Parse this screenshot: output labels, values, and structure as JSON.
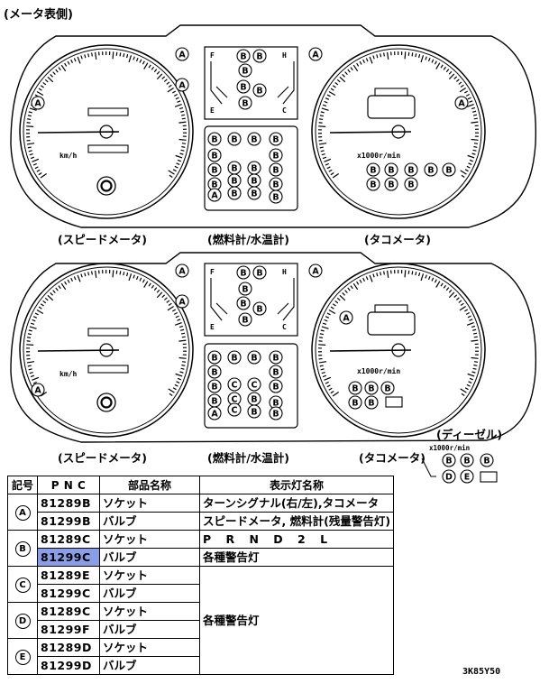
{
  "top_section_title": "(メータ表側)",
  "gauge_labels": {
    "speedometer": "(スピードメータ)",
    "fuel_temp": "(燃料計/水温計)",
    "tachometer": "(タコメータ)",
    "diesel": "(ディーゼル)"
  },
  "units": {
    "kmh": "km/h",
    "rpm": "x1000r/min"
  },
  "fuel_marks": {
    "f": "F",
    "e": "E",
    "h": "H",
    "c": "C"
  },
  "symbols": {
    "a": "A",
    "b": "B",
    "c": "C",
    "d": "D",
    "e": "E"
  },
  "table": {
    "headers": {
      "symbol": "記号",
      "pnc": "P N C",
      "part_name": "部品名称",
      "indicator_name": "表示灯名称"
    },
    "rows": [
      {
        "symbol": "A",
        "pnc": "81289B",
        "name": "ソケット",
        "indicator": "ターンシグナル(右/左),タコメータ"
      },
      {
        "symbol": "",
        "pnc": "81299B",
        "name": "バルブ",
        "indicator": "スピードメータ, 燃料計(残量警告灯)"
      },
      {
        "symbol": "B",
        "pnc": "81289C",
        "name": "ソケット",
        "indicator": "P R N D 2 L"
      },
      {
        "symbol": "",
        "pnc": "81299C",
        "name": "バルブ",
        "indicator": "各種警告灯"
      },
      {
        "symbol": "C",
        "pnc": "81289E",
        "name": "ソケット",
        "indicator": ""
      },
      {
        "symbol": "",
        "pnc": "81299C",
        "name": "バルブ",
        "indicator": ""
      },
      {
        "symbol": "D",
        "pnc": "81289C",
        "name": "ソケット",
        "indicator": "各種警告灯"
      },
      {
        "symbol": "",
        "pnc": "81299F",
        "name": "バルブ",
        "indicator": ""
      },
      {
        "symbol": "E",
        "pnc": "81289D",
        "name": "ソケット",
        "indicator": ""
      },
      {
        "symbol": "",
        "pnc": "81299D",
        "name": "バルブ",
        "indicator": ""
      }
    ]
  },
  "diagram_code": "3K85Y50",
  "colors": {
    "highlight": "#8a9ee8",
    "line": "#000000"
  }
}
